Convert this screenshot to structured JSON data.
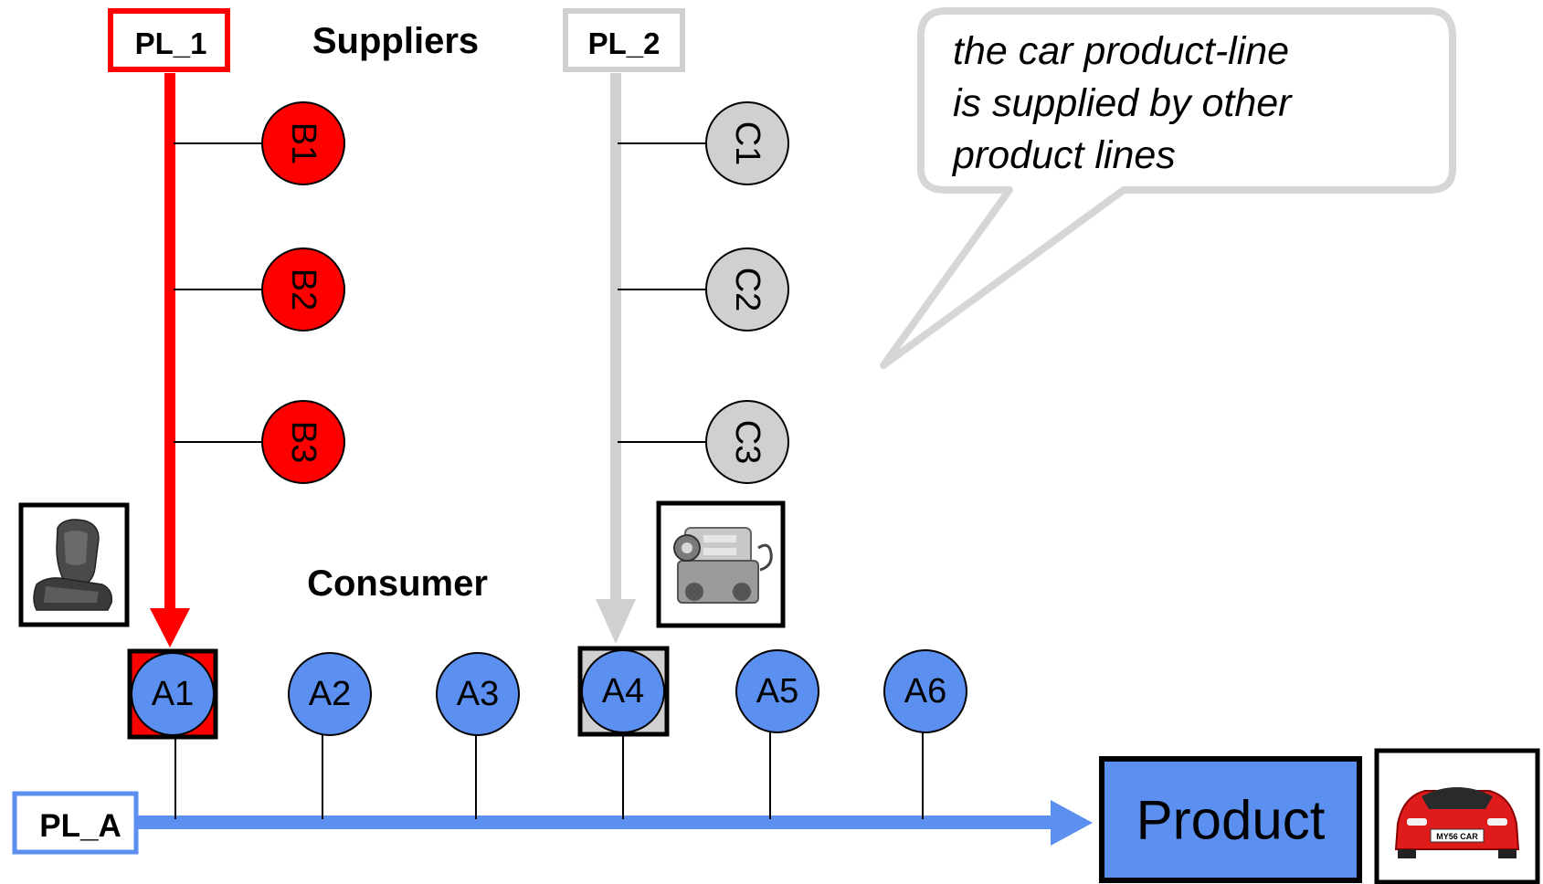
{
  "labels": {
    "suppliers": "Suppliers",
    "consumer": "Consumer"
  },
  "product_lines": {
    "pl1": {
      "label": "PL_1",
      "color": "#ff0000"
    },
    "pl2": {
      "label": "PL_2",
      "color": "#d0d0d0"
    },
    "pla": {
      "label": "PL_A",
      "color": "#5b8ff0"
    }
  },
  "suppliers": {
    "pl1": [
      "B1",
      "B2",
      "B3"
    ],
    "pl2": [
      "C1",
      "C2",
      "C3"
    ]
  },
  "consumers": [
    "A1",
    "A2",
    "A3",
    "A4",
    "A5",
    "A6"
  ],
  "product": {
    "label": "Product"
  },
  "callout": {
    "line1": "the car product-line",
    "line2": "is supplied by other",
    "line3": "product lines"
  },
  "images": {
    "seat": "car-seat-photo",
    "engine": "engine-photo",
    "car": "red-car-photo",
    "plate_text": "MY56 CAR"
  },
  "colors": {
    "red": "#ff0000",
    "grey": "#d0d0d0",
    "blue": "#5b8ff0",
    "callout_border": "#d6d6d6"
  }
}
